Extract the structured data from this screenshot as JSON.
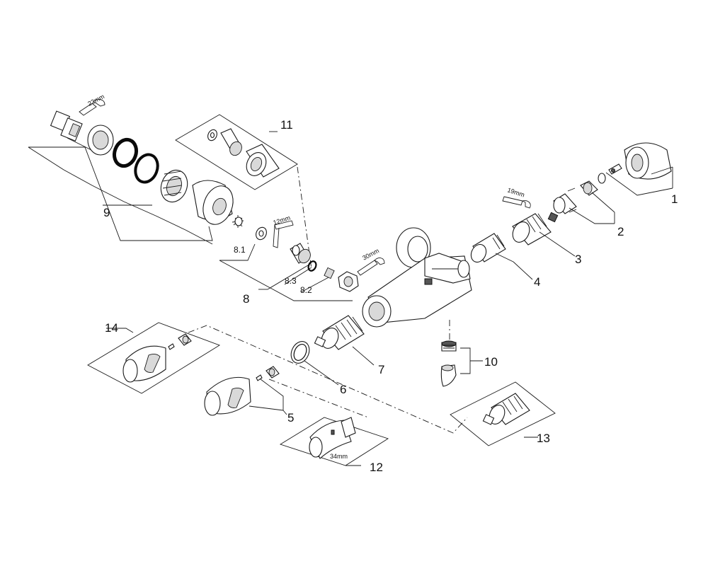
{
  "parts": {
    "p1": "1",
    "p2": "2",
    "p3": "3",
    "p4": "4",
    "p5": "5",
    "p6": "6",
    "p7": "7",
    "p8": "8",
    "p8_1": "8.1",
    "p8_2": "8.2",
    "p8_3": "8.3",
    "p9": "9",
    "p10": "10",
    "p11": "11",
    "p12": "12",
    "p13": "13",
    "p14": "14"
  },
  "tools": {
    "wrench_22": "22mm",
    "wrench_19": "19mm",
    "wrench_30": "30mm",
    "hex_12": "12mm",
    "gauge_34": "34mm"
  }
}
